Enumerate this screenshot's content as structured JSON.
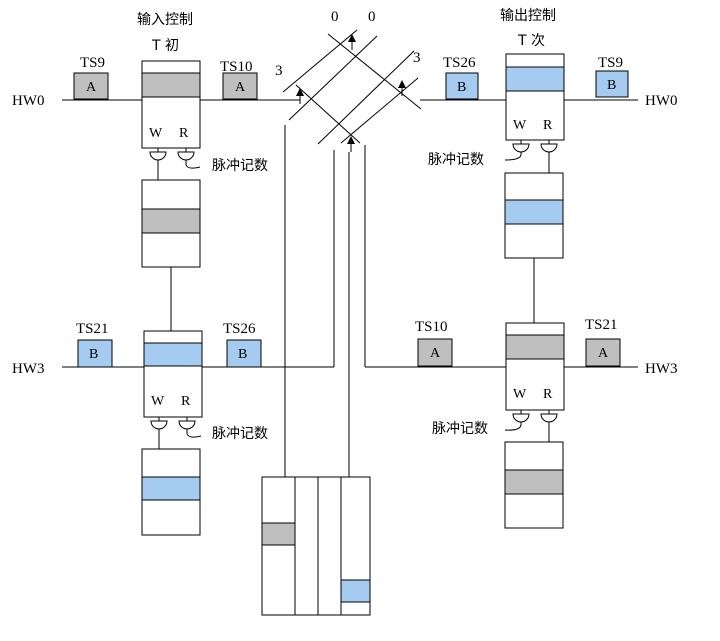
{
  "colors": {
    "gray": "#bfbfbf",
    "blue": "#a6cbf0",
    "line": "#000000",
    "background": "#ffffff"
  },
  "labels": {
    "input_control": "输入控制",
    "output_control": "输出控制",
    "t_first": "T  初",
    "t_next": "T 次",
    "pulse_count": "脉冲记数",
    "write": "W",
    "read": "R",
    "hw0": "HW0",
    "hw3": "HW3",
    "ts9": "TS9",
    "ts10": "TS10",
    "ts21": "TS21",
    "ts26": "TS26",
    "cell_a": "A",
    "cell_b": "B",
    "zero": "0",
    "three": "3"
  },
  "time_slots": {
    "in_hw0": [
      {
        "ts": "TS9",
        "content": "A",
        "color": "gray"
      },
      {
        "ts": "TS10",
        "content": "A",
        "color": "gray"
      }
    ],
    "out_hw0": [
      {
        "ts": "TS26",
        "content": "B",
        "color": "blue"
      },
      {
        "ts": "TS9",
        "content": "B",
        "color": "blue"
      }
    ],
    "in_hw3": [
      {
        "ts": "TS21",
        "content": "B",
        "color": "blue"
      },
      {
        "ts": "TS26",
        "content": "B",
        "color": "blue"
      }
    ],
    "out_hw3": [
      {
        "ts": "TS10",
        "content": "A",
        "color": "gray"
      },
      {
        "ts": "TS21",
        "content": "A",
        "color": "gray"
      }
    ]
  }
}
